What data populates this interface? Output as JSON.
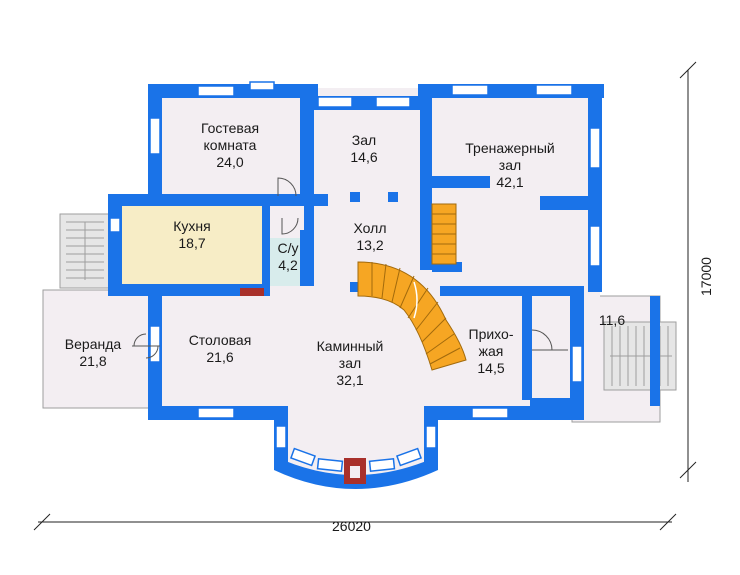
{
  "colors": {
    "wall": "#1a73e8",
    "wall_dark": "#0b57c9",
    "floor": "#f3eef2",
    "kitchen": "#f7edc6",
    "bathroom": "#d8ecec",
    "stair": "#f6a623",
    "porch_stair": "#bdbdbd",
    "fireplace": "#a8302b",
    "window": "#ffffff"
  },
  "rooms": {
    "guest": {
      "name": "Гостевая\nкомната",
      "area": "24,0"
    },
    "hall_top": {
      "name": "Зал",
      "area": "14,6"
    },
    "gym": {
      "name": "Тренажерный\nзал",
      "area": "42,1"
    },
    "kitchen": {
      "name": "Кухня",
      "area": "18,7"
    },
    "bath": {
      "name": "С/у",
      "area": "4,2"
    },
    "holl": {
      "name": "Холл",
      "area": "13,2"
    },
    "veranda": {
      "name": "Веранда",
      "area": "21,8"
    },
    "dining": {
      "name": "Столовая",
      "area": "21,6"
    },
    "fireplace_hall": {
      "name": "Каминный\nзал",
      "area": "32,1"
    },
    "entry": {
      "name": "Прихо-\nжая",
      "area": "14,5"
    },
    "porch": {
      "name": "",
      "area": "11,6"
    }
  },
  "dimensions": {
    "width": "26020",
    "height": "17000"
  }
}
